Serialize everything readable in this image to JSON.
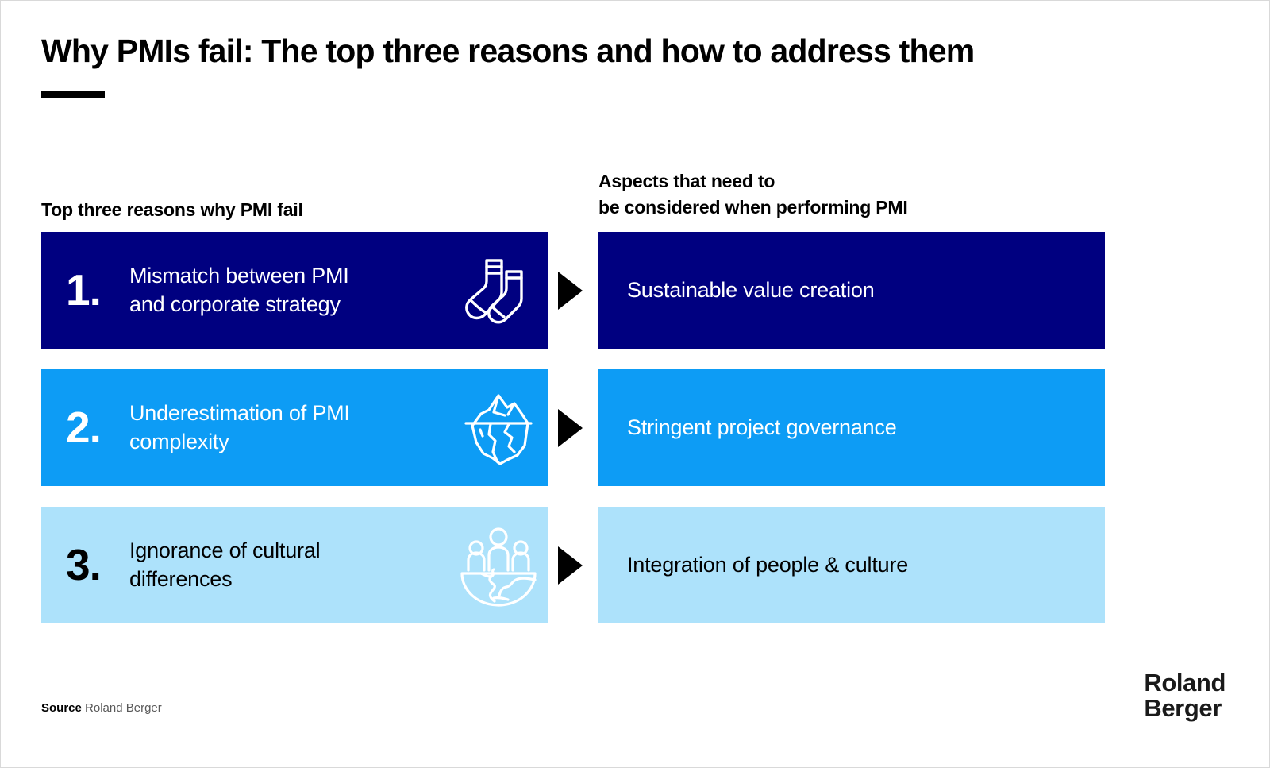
{
  "slide": {
    "title": "Why PMIs fail: The top three reasons and how to address them",
    "background_color": "#FFFFFF",
    "accent_rule_color": "#000000"
  },
  "columns": {
    "left_header": "Top three reasons why PMI fail",
    "right_header_line1": "Aspects that need to",
    "right_header_line2": "be considered when performing PMI"
  },
  "palette": {
    "navy": "#000080",
    "blue": "#0D9CF5",
    "light_blue": "#ADE2FB",
    "text_on_dark": "#FFFFFF",
    "text_on_light": "#000000",
    "arrow": "#000000"
  },
  "rows": [
    {
      "rank": "1.",
      "reason_line1": "Mismatch between PMI",
      "reason_line2": "and corporate strategy",
      "icon": "socks-icon",
      "aspect": "Sustainable value creation",
      "tier": "navy"
    },
    {
      "rank": "2.",
      "reason_line1": "Underestimation of PMI",
      "reason_line2": "complexity",
      "icon": "iceberg-icon",
      "aspect": "Stringent project governance",
      "tier": "blue"
    },
    {
      "rank": "3.",
      "reason_line1": "Ignorance of cultural",
      "reason_line2": "differences",
      "icon": "people-globe-icon",
      "aspect": "Integration of people & culture",
      "tier": "light"
    }
  ],
  "footer": {
    "source_label": "Source",
    "source_value": "Roland Berger"
  },
  "logo": {
    "line1": "Roland",
    "line2": "Berger"
  }
}
